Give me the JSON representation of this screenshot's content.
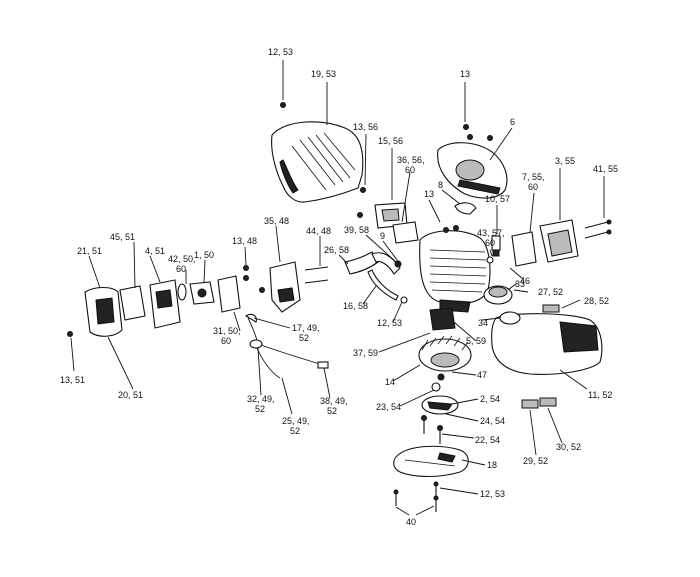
{
  "diagram": {
    "labels": [
      {
        "id": "c1",
        "text": "12, 53"
      },
      {
        "id": "c2",
        "text": "19, 53"
      },
      {
        "id": "c3",
        "text": "13"
      },
      {
        "id": "c4",
        "text": "6"
      },
      {
        "id": "c5",
        "text": "13, 56"
      },
      {
        "id": "c6",
        "text": "15, 56"
      },
      {
        "id": "c7",
        "text": "36, 56,"
      },
      {
        "id": "c7b",
        "text": "60"
      },
      {
        "id": "c8",
        "text": "8"
      },
      {
        "id": "c9",
        "text": "7, 55,"
      },
      {
        "id": "c9b",
        "text": "60"
      },
      {
        "id": "c10",
        "text": "3, 55"
      },
      {
        "id": "c11",
        "text": "41, 55"
      },
      {
        "id": "c12",
        "text": "10, 57"
      },
      {
        "id": "c13",
        "text": "13"
      },
      {
        "id": "c14",
        "text": "39, 58"
      },
      {
        "id": "c15",
        "text": "9"
      },
      {
        "id": "c16",
        "text": "43, 57,"
      },
      {
        "id": "c16b",
        "text": "60"
      },
      {
        "id": "c17",
        "text": "35, 48"
      },
      {
        "id": "c18",
        "text": "44, 48"
      },
      {
        "id": "c19",
        "text": "26, 58"
      },
      {
        "id": "c20",
        "text": "46"
      },
      {
        "id": "c21",
        "text": "33"
      },
      {
        "id": "c22",
        "text": "27, 52"
      },
      {
        "id": "c23",
        "text": "28, 52"
      },
      {
        "id": "c24",
        "text": "13, 48"
      },
      {
        "id": "c25",
        "text": "42, 50,"
      },
      {
        "id": "c25b",
        "text": "60"
      },
      {
        "id": "c26",
        "text": "45, 51"
      },
      {
        "id": "c27",
        "text": "21, 51"
      },
      {
        "id": "c28",
        "text": "4, 51"
      },
      {
        "id": "c29",
        "text": "1, 50"
      },
      {
        "id": "c30",
        "text": "16, 58"
      },
      {
        "id": "c31",
        "text": "12, 53"
      },
      {
        "id": "c32",
        "text": "34"
      },
      {
        "id": "c33",
        "text": "5, 59"
      },
      {
        "id": "c34",
        "text": "17, 49,"
      },
      {
        "id": "c34b",
        "text": "52"
      },
      {
        "id": "c35",
        "text": "31, 50,"
      },
      {
        "id": "c35b",
        "text": "60"
      },
      {
        "id": "c36",
        "text": "37, 59"
      },
      {
        "id": "c37",
        "text": "47"
      },
      {
        "id": "c38",
        "text": "14"
      },
      {
        "id": "c39",
        "text": "11, 52"
      },
      {
        "id": "c40",
        "text": "13, 51"
      },
      {
        "id": "c41",
        "text": "20, 51"
      },
      {
        "id": "c42",
        "text": "32, 49,"
      },
      {
        "id": "c42b",
        "text": "52"
      },
      {
        "id": "c43",
        "text": "38, 49,"
      },
      {
        "id": "c43b",
        "text": "52"
      },
      {
        "id": "c44",
        "text": "25, 49,"
      },
      {
        "id": "c44b",
        "text": "52"
      },
      {
        "id": "c45",
        "text": "23, 54"
      },
      {
        "id": "c46",
        "text": "2, 54"
      },
      {
        "id": "c47",
        "text": "24, 54"
      },
      {
        "id": "c48",
        "text": "22, 54"
      },
      {
        "id": "c49",
        "text": "18"
      },
      {
        "id": "c50",
        "text": "29, 52"
      },
      {
        "id": "c51",
        "text": "30, 52"
      },
      {
        "id": "c52",
        "text": "12, 53"
      },
      {
        "id": "c53",
        "text": "40"
      }
    ]
  }
}
